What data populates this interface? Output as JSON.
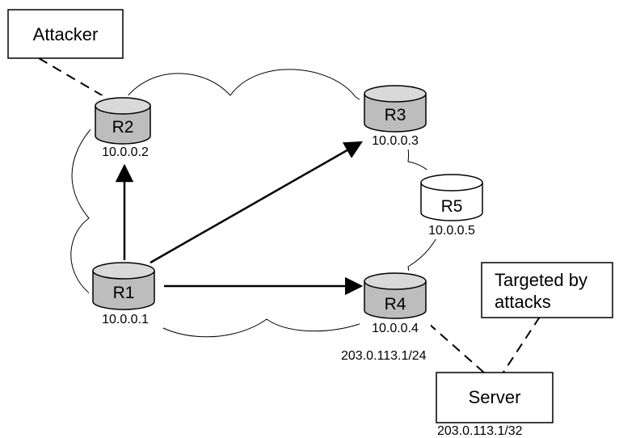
{
  "attacker": {
    "label": "Attacker"
  },
  "routers": [
    {
      "key": "r1",
      "name": "R1",
      "ip": "10.0.0.1",
      "style": "gray"
    },
    {
      "key": "r2",
      "name": "R2",
      "ip": "10.0.0.2",
      "style": "gray"
    },
    {
      "key": "r3",
      "name": "R3",
      "ip": "10.0.0.3",
      "style": "gray"
    },
    {
      "key": "r4",
      "name": "R4",
      "ip": "10.0.0.4",
      "style": "gray"
    },
    {
      "key": "r5",
      "name": "R5",
      "ip": "10.0.0.5",
      "style": "white"
    }
  ],
  "server": {
    "label": "Server",
    "ip": "203.0.113.1/32"
  },
  "link_ip": "203.0.113.1/24",
  "target_note": {
    "line1": "Targeted by",
    "line2": "attacks"
  },
  "colors": {
    "router_fill": "#bdbdbd",
    "router_top": "#d9d9d9",
    "stroke": "#000000"
  }
}
